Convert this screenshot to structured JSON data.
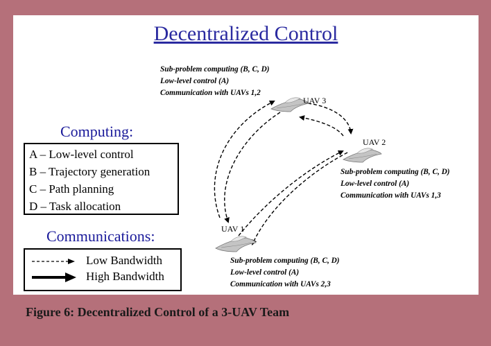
{
  "title": "Decentralized Control",
  "computing": {
    "heading": "Computing:",
    "items": [
      "A – Low-level control",
      "B – Trajectory generation",
      "C – Path planning",
      "D – Task allocation"
    ]
  },
  "communications": {
    "heading": "Communications:",
    "low_label": "Low Bandwidth",
    "high_label": "High Bandwidth"
  },
  "uav3": {
    "label": "UAV 3",
    "lines": [
      "Sub-problem computing (B, C, D)",
      "Low-level control (A)",
      "Communication with UAVs 1,2"
    ]
  },
  "uav2": {
    "label": "UAV 2",
    "lines": [
      "Sub-problem computing (B, C, D)",
      "Low-level control (A)",
      "Communication with UAVs 1,3"
    ]
  },
  "uav1": {
    "label": "UAV 1",
    "lines": [
      "Sub-problem computing (B, C, D)",
      "Low-level control (A)",
      "Communication with UAVs 2,3"
    ]
  },
  "caption": "Figure 6: Decentralized Control of a 3-UAV Team",
  "colors": {
    "frame": "#b5707a",
    "heading_blue": "#1a1a9a",
    "title_blue": "#2a2aa0"
  },
  "icons": {
    "uav": "uav-icon",
    "arrow_dashed": "dashed-arrow-icon",
    "arrow_solid": "solid-arrow-icon"
  }
}
